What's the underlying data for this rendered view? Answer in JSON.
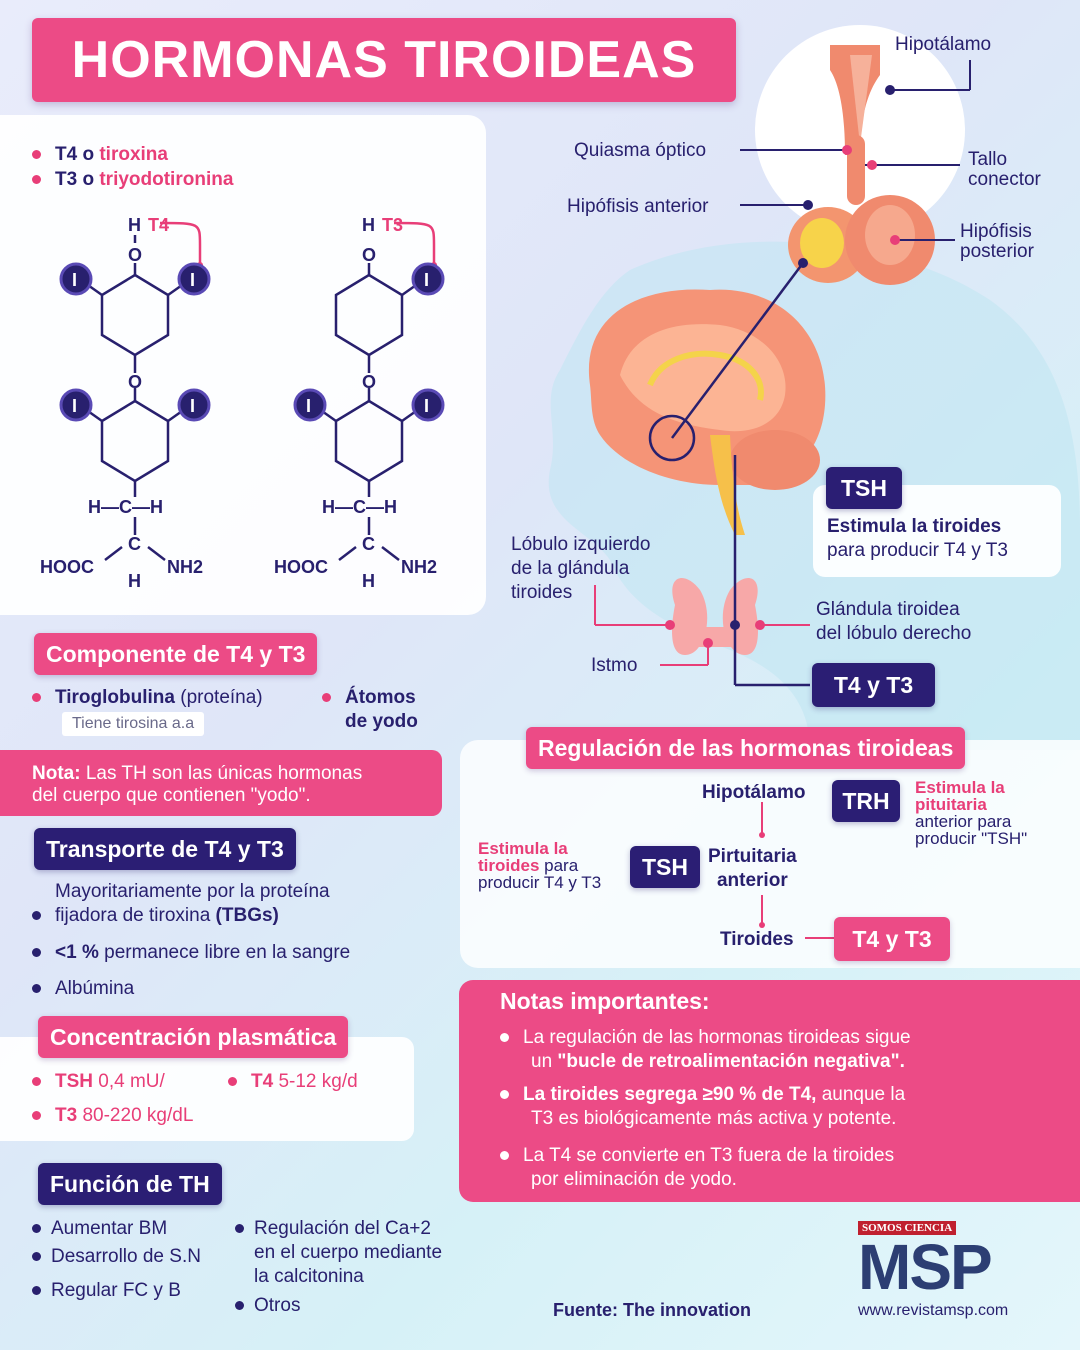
{
  "title": "HORMONAS TIROIDEAS",
  "intro": {
    "t4_prefix": "T4 o",
    "t4_name": "tiroxina",
    "t3_prefix": "T3 o",
    "t3_name": "triyodotironina"
  },
  "molecules": {
    "t4_tag": "T4",
    "t3_tag": "T3",
    "atom_h": "H",
    "atom_o": "O",
    "atom_c": "C",
    "atom_i": "I",
    "hooc": "HOOC",
    "nh2": "NH2",
    "hch_row": "H—C—H"
  },
  "anatomy": {
    "hipotalamo": "Hipotálamo",
    "quiasma": "Quiasma óptico",
    "tallo_1": "Tallo",
    "tallo_2": "conector",
    "hipofisis_anterior": "Hipófisis anterior",
    "hipofisis_posterior_1": "Hipófisis",
    "hipofisis_posterior_2": "posterior",
    "lobulo_izq_1": "Lóbulo izquierdo",
    "lobulo_izq_2": "de la glándula",
    "lobulo_izq_3": "tiroides",
    "glandula_der_1": "Glándula tiroidea",
    "glandula_der_2": "del lóbulo derecho",
    "istmo": "Istmo",
    "tsh_tag": "TSH",
    "tsh_desc_1": "Estimula la tiroides",
    "tsh_desc_2": "para producir T4 y T3",
    "t4t3_tag": "T4 y T3"
  },
  "componente": {
    "heading": "Componente de T4 y T3",
    "item1_bold": "Tiroglobulina",
    "item1_rest": "(proteína)",
    "item1_note": "Tiene tirosina a.a",
    "item2_1": "Átomos",
    "item2_2": "de yodo"
  },
  "nota": {
    "label": "Nota:",
    "line1": "Las TH son las únicas hormonas",
    "line2": "del cuerpo que contienen \"yodo\"."
  },
  "transporte": {
    "heading": "Transporte de T4 y T3",
    "item1_line1": "Mayoritariamente por la proteína",
    "item1_line2": "fijadora de tiroxina",
    "item1_bold": "(TBGs)",
    "item2_bold": "<1 %",
    "item2_rest": "permanece libre en la sangre",
    "item3": "Albúmina"
  },
  "concentracion": {
    "heading": "Concentración plasmática",
    "tsh_label": "TSH",
    "tsh_value": "0,4 mU/",
    "t4_label": "T4",
    "t4_value": "5-12 kg/d",
    "t3_label": "T3",
    "t3_value": "80-220 kg/dL"
  },
  "funcion": {
    "heading": "Función de TH",
    "items_left": [
      "Aumentar BM",
      "Desarrollo de S.N",
      "Regular FC y B"
    ],
    "right_line1": "Regulación del Ca+2",
    "right_line2": "en el cuerpo mediante",
    "right_line3": "la calcitonina",
    "right_item2": "Otros"
  },
  "regulacion": {
    "heading": "Regulación de las hormonas tiroideas",
    "hipotalamo": "Hipotálamo",
    "trh_tag": "TRH",
    "trh_desc_1": "Estimula la",
    "trh_desc_2": "pituitaria",
    "trh_desc_3": "anterior para",
    "trh_desc_4": "producir \"TSH\"",
    "pituitaria_1": "Pirtuitaria",
    "pituitaria_2": "anterior",
    "tsh_tag": "TSH",
    "tsh_desc_1": "Estimula la",
    "tsh_desc_2": "tiroides",
    "tsh_desc_2b": "para",
    "tsh_desc_3": "producir T4 y T3",
    "tiroides": "Tiroides",
    "t4t3_tag": "T4 y T3"
  },
  "notas": {
    "heading": "Notas importantes:",
    "n1_line1": "La regulación de las hormonas tiroideas sigue",
    "n1_line2_a": "un",
    "n1_line2_b": "\"bucle de retroalimentación negativa\".",
    "n2_bold": "La tiroides segrega ≥90 % de T4,",
    "n2_rest": "aunque la",
    "n2_line2": "T3 es biológicamente más activa y potente.",
    "n3_line1": "La T4 se convierte en T3 fuera de la tiroides",
    "n3_line2": "por eliminación de yodo."
  },
  "footer": {
    "source": "Fuente: The innovation",
    "brand_small": "SOMOS CIENCIA",
    "brand": "MSP",
    "url": "www.revistamsp.com"
  },
  "colors": {
    "pink": "#ec4b86",
    "navy": "#2b1e74"
  }
}
